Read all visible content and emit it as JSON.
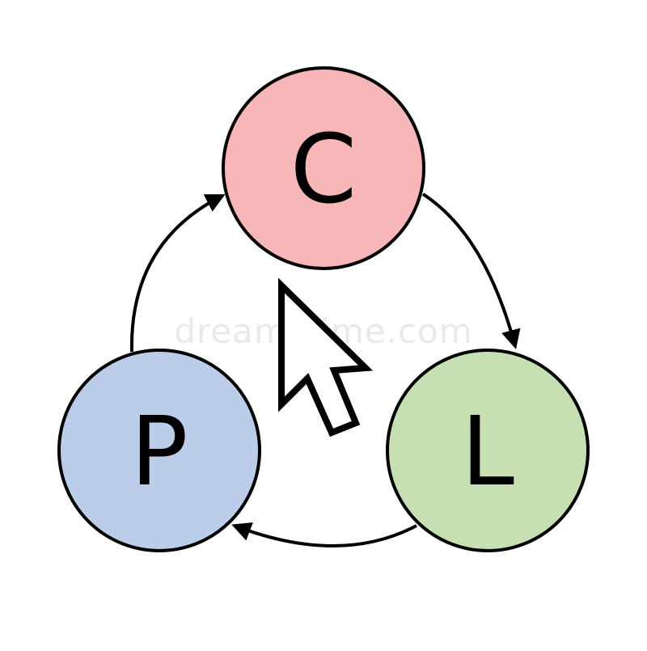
{
  "diagram": {
    "nodes": [
      {
        "id": "c",
        "label": "C",
        "fill": "#f7b7b9"
      },
      {
        "id": "l",
        "label": "L",
        "fill": "#c6e0b3"
      },
      {
        "id": "p",
        "label": "P",
        "fill": "#bccde9"
      }
    ],
    "edges": [
      {
        "from": "c",
        "to": "l"
      },
      {
        "from": "l",
        "to": "p"
      },
      {
        "from": "p",
        "to": "c"
      }
    ],
    "stroke_color": "#000000",
    "center_icon": "mouse-pointer-icon",
    "watermark": "dreamstime.com"
  }
}
